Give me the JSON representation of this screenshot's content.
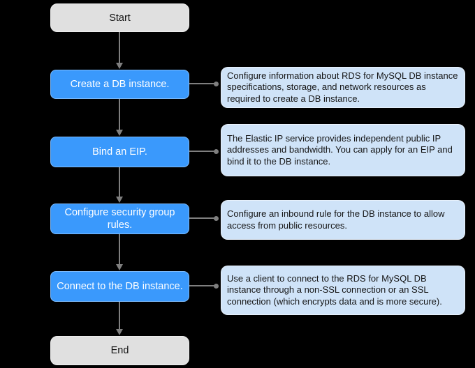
{
  "diagram": {
    "title_semantic": "RDS for MySQL getting-started flowchart",
    "colors": {
      "background": "#000000",
      "terminal_fill": "#e0e0e0",
      "step_fill": "#3a99fc",
      "description_fill": "#cfe3f8",
      "connector": "#7f7f7f",
      "step_text": "#ffffff",
      "dark_text": "#161616"
    }
  },
  "flow": {
    "start": {
      "label": "Start"
    },
    "end": {
      "label": "End"
    },
    "steps": [
      {
        "label": "Create a DB instance.",
        "description": "Configure information about RDS for MySQL DB instance specifications, storage, and network resources as required to create a DB instance."
      },
      {
        "label": "Bind an EIP.",
        "description": "The Elastic IP service provides independent public IP addresses and bandwidth. You can apply for an EIP and bind it to the DB instance."
      },
      {
        "label": "Configure security group rules.",
        "description": "Configure an inbound rule for the DB instance to allow access from public resources."
      },
      {
        "label": "Connect to the DB instance.",
        "description": "Use a client to connect to the RDS for MySQL DB instance through a non-SSL connection or an SSL connection (which encrypts data and is more secure)."
      }
    ]
  }
}
